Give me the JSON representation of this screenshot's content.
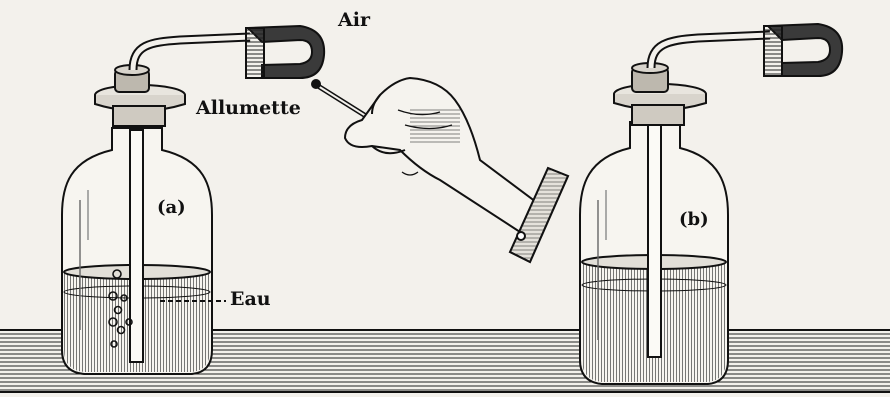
{
  "labels": {
    "air": "Air",
    "allumette": "Allumette",
    "bottle_a": "(a)",
    "bottle_b": "(b)",
    "eau": "Eau"
  },
  "colors": {
    "ink": "#111111",
    "paper": "#f3f1ec",
    "water": "#d9d6cf"
  },
  "icons": [
    "bottle",
    "stopper",
    "bent-tube",
    "rubber-cap",
    "hand",
    "match",
    "table",
    "bubbles"
  ]
}
